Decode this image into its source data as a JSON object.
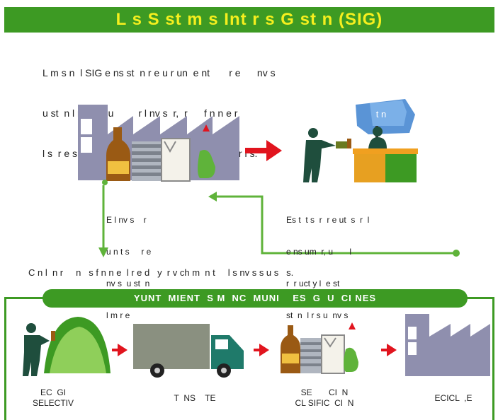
{
  "title": "L s S st m s Int r s G st n (SIG)",
  "intro": [
    "L m s n  l SIG e ns st  n r e u r un  e nt       r e      nv s",
    "u st  n l m r e , u         r l nv s  r,  r      f n n e r",
    "l s  r e s s n e s r s  r r e d l r    r v ch r l s m t r l s."
  ],
  "top_flow": {
    "store_sign": "t n",
    "left_label": [
      "E l nv s    r",
      "u n t s     r e",
      "nv s  u st  n",
      "l m r e"
    ],
    "right_label": [
      "Es t  t s  r  r e ut  s  r  l",
      "e ns um  r, u       l",
      "r  r uct y l  e st",
      "st  n  l r s u  nv s"
    ]
  },
  "bottom_note": "C n l  n r     n   s f n n e  l r e d   y  r v ch m  n t     l s nv s s u s   s.",
  "banner": "YUNT  MIENT  S M  NC  MUNI    ES  G  U  CI NES",
  "steps": [
    {
      "label": "EC  GI\nSELECTIV"
    },
    {
      "label": "T  NS    TE"
    },
    {
      "label": "SE       CI  N\nCL SIFIC  CI  N"
    },
    {
      "label": "ECICL  ,E"
    }
  ],
  "colors": {
    "green": "#3d9a23",
    "yellow": "#f5ef1e",
    "red": "#e1141e",
    "factory": "#8f8fae"
  }
}
